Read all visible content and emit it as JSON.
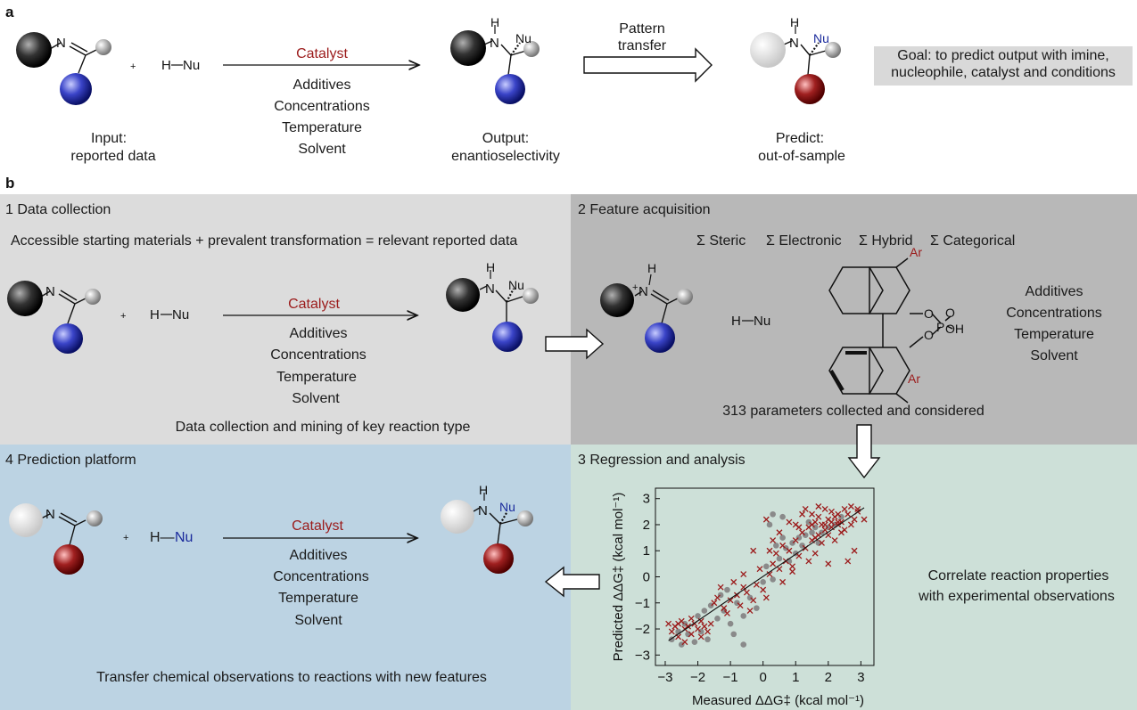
{
  "panel_a": {
    "label": "a",
    "nu": "H—Nu",
    "catalyst": "Catalyst",
    "conditions": [
      "Additives",
      "Concentrations",
      "Temperature",
      "Solvent"
    ],
    "input_caption": [
      "Input:",
      "reported data"
    ],
    "output_caption": [
      "Output:",
      "enantioselectivity"
    ],
    "pattern_transfer": [
      "Pattern",
      "transfer"
    ],
    "predict_caption": [
      "Predict:",
      "out-of-sample"
    ],
    "goal": [
      "Goal: to predict output with imine,",
      "nucleophile, catalyst and conditions"
    ]
  },
  "panel_b": {
    "label": "b",
    "step1": {
      "title": "1  Data collection",
      "equation": "Accessible starting materials + prevalent transformation = relevant reported data",
      "nu": "H—Nu",
      "catalyst": "Catalyst",
      "conditions": [
        "Additives",
        "Concentrations",
        "Temperature",
        "Solvent"
      ],
      "caption": "Data collection and mining of key reaction type"
    },
    "step2": {
      "title": "2  Feature acquisition",
      "features": [
        "Σ Steric",
        "Σ Electronic",
        "Σ Hybrid",
        "Σ Categorical"
      ],
      "nu": "H—Nu",
      "conditions": [
        "Additives",
        "Concentrations",
        "Temperature",
        "Solvent"
      ],
      "caption": "313 parameters collected and considered"
    },
    "step3": {
      "title": "3  Regression and analysis",
      "caption": [
        "Correlate reaction properties",
        "with experimental observations"
      ]
    },
    "step4": {
      "title": "4  Prediction platform",
      "nu_h": "H—",
      "nu": "Nu",
      "catalyst": "Catalyst",
      "conditions": [
        "Additives",
        "Concentrations",
        "Temperature",
        "Solvent"
      ],
      "caption": "Transfer chemical observations to reactions with new features"
    }
  },
  "colors": {
    "catalyst_red": "#9b1b1b",
    "nu_blue": "#1a2a9c",
    "panel1_bg": "#dcdcdc",
    "panel2_bg": "#b8b8b8",
    "panel3_bg": "#cde0d8",
    "panel4_bg": "#bcd3e3"
  },
  "chart_data": {
    "type": "scatter",
    "xlabel": "Measured ΔΔG‡ (kcal mol⁻¹)",
    "ylabel": "Predicted ΔΔG‡ (kcal mol⁻¹)",
    "xlim": [
      -3.3,
      3.4
    ],
    "ylim": [
      -3.4,
      3.4
    ],
    "xticks": [
      -3,
      -2,
      -1,
      0,
      1,
      2,
      3
    ],
    "yticks": [
      -3,
      -2,
      -1,
      0,
      1,
      2,
      3
    ],
    "fit_line": {
      "x": [
        -2.9,
        3.1
      ],
      "y": [
        -2.45,
        2.65
      ]
    },
    "series": [
      {
        "marker": "x",
        "color": "#9b1b1b",
        "points": [
          [
            -2.9,
            -1.8
          ],
          [
            -2.8,
            -2.1
          ],
          [
            -2.7,
            -1.9
          ],
          [
            -2.6,
            -2.3
          ],
          [
            -2.5,
            -1.7
          ],
          [
            -2.4,
            -2.0
          ],
          [
            -2.3,
            -1.9
          ],
          [
            -2.2,
            -2.2
          ],
          [
            -2.1,
            -1.8
          ],
          [
            -2.0,
            -2.0
          ],
          [
            -1.9,
            -1.7
          ],
          [
            -1.8,
            -1.9
          ],
          [
            -1.7,
            -2.1
          ],
          [
            -1.6,
            -1.8
          ],
          [
            -2.6,
            -1.8
          ],
          [
            -2.2,
            -1.6
          ],
          [
            -1.9,
            -2.3
          ],
          [
            -2.4,
            -2.5
          ],
          [
            -1.5,
            -1.0
          ],
          [
            -1.4,
            -0.8
          ],
          [
            -1.2,
            -1.2
          ],
          [
            -1.0,
            -0.9
          ],
          [
            -0.8,
            -0.7
          ],
          [
            -0.7,
            -1.1
          ],
          [
            -0.5,
            -0.6
          ],
          [
            -0.3,
            -0.9
          ],
          [
            -0.2,
            -0.3
          ],
          [
            0.0,
            -0.5
          ],
          [
            0.1,
            -0.8
          ],
          [
            0.2,
            0.1
          ],
          [
            -1.3,
            -0.4
          ],
          [
            -0.9,
            -0.2
          ],
          [
            -0.6,
            -0.4
          ],
          [
            -1.1,
            -1.4
          ],
          [
            -0.4,
            -1.3
          ],
          [
            0.3,
            0.5
          ],
          [
            0.4,
            0.9
          ],
          [
            0.5,
            0.3
          ],
          [
            0.6,
            1.2
          ],
          [
            0.7,
            0.6
          ],
          [
            0.8,
            1.0
          ],
          [
            0.9,
            0.4
          ],
          [
            1.0,
            1.4
          ],
          [
            1.1,
            0.8
          ],
          [
            1.2,
            1.7
          ],
          [
            1.3,
            1.1
          ],
          [
            1.4,
            1.9
          ],
          [
            1.5,
            1.4
          ],
          [
            1.6,
            2.1
          ],
          [
            1.7,
            1.6
          ],
          [
            1.8,
            2.0
          ],
          [
            1.9,
            1.8
          ],
          [
            2.0,
            2.2
          ],
          [
            2.1,
            1.9
          ],
          [
            2.2,
            2.3
          ],
          [
            2.3,
            2.0
          ],
          [
            2.4,
            2.1
          ],
          [
            2.5,
            1.8
          ],
          [
            2.6,
            2.4
          ],
          [
            2.7,
            2.0
          ],
          [
            2.8,
            2.2
          ],
          [
            2.9,
            2.5
          ],
          [
            3.1,
            2.2
          ],
          [
            1.5,
            2.0
          ],
          [
            1.7,
            2.3
          ],
          [
            1.9,
            2.0
          ],
          [
            2.1,
            2.5
          ],
          [
            2.3,
            2.1
          ],
          [
            2.5,
            2.6
          ],
          [
            1.6,
            1.5
          ],
          [
            1.8,
            1.3
          ],
          [
            2.0,
            1.6
          ],
          [
            2.2,
            1.4
          ],
          [
            2.4,
            1.7
          ],
          [
            1.0,
            2.0
          ],
          [
            0.8,
            2.1
          ],
          [
            1.2,
            2.4
          ],
          [
            0.5,
            1.7
          ],
          [
            0.3,
            1.4
          ],
          [
            1.4,
            0.6
          ],
          [
            1.6,
            0.9
          ],
          [
            2.0,
            0.5
          ],
          [
            2.6,
            0.6
          ],
          [
            2.8,
            1.0
          ],
          [
            0.2,
            1.0
          ],
          [
            -0.1,
            0.3
          ],
          [
            0.6,
            -0.2
          ],
          [
            0.9,
            0.2
          ],
          [
            1.3,
            2.6
          ],
          [
            2.7,
            2.7
          ],
          [
            2.9,
            2.6
          ],
          [
            0.1,
            2.2
          ],
          [
            -0.3,
            1.0
          ],
          [
            -0.6,
            0.1
          ],
          [
            1.7,
            2.7
          ],
          [
            1.9,
            2.6
          ],
          [
            2.1,
            2.1
          ],
          [
            2.3,
            2.4
          ],
          [
            1.5,
            2.4
          ],
          [
            1.1,
            1.9
          ]
        ]
      },
      {
        "marker": "o",
        "color": "#8a8a8a",
        "points": [
          [
            -2.8,
            -2.4
          ],
          [
            -2.6,
            -2.1
          ],
          [
            -2.5,
            -2.6
          ],
          [
            -2.3,
            -2.2
          ],
          [
            -2.1,
            -2.5
          ],
          [
            -1.9,
            -2.1
          ],
          [
            -1.7,
            -2.4
          ],
          [
            -1.6,
            -1.1
          ],
          [
            -1.4,
            -1.6
          ],
          [
            -1.2,
            -1.3
          ],
          [
            -1.0,
            -1.8
          ],
          [
            -0.8,
            -1.0
          ],
          [
            -0.6,
            -1.5
          ],
          [
            -0.6,
            -2.6
          ],
          [
            -0.9,
            -2.2
          ],
          [
            -0.4,
            -0.8
          ],
          [
            -0.2,
            -1.2
          ],
          [
            0.0,
            -0.2
          ],
          [
            0.1,
            0.4
          ],
          [
            0.3,
            -0.1
          ],
          [
            0.4,
            1.2
          ],
          [
            0.5,
            0.7
          ],
          [
            0.6,
            1.5
          ],
          [
            0.7,
            1.1
          ],
          [
            0.8,
            0.6
          ],
          [
            0.9,
            1.3
          ],
          [
            1.0,
            0.9
          ],
          [
            1.2,
            1.2
          ],
          [
            1.3,
            1.6
          ],
          [
            1.5,
            1.7
          ],
          [
            1.6,
            1.9
          ],
          [
            1.8,
            1.7
          ],
          [
            2.0,
            1.9
          ],
          [
            2.2,
            2.0
          ],
          [
            1.4,
            2.1
          ],
          [
            0.2,
            2.0
          ],
          [
            0.3,
            2.4
          ],
          [
            0.6,
            2.3
          ],
          [
            -1.3,
            -0.7
          ],
          [
            -1.1,
            -0.5
          ],
          [
            -2.0,
            -1.5
          ],
          [
            -2.4,
            -1.8
          ],
          [
            -1.8,
            -1.3
          ],
          [
            1.1,
            1.5
          ],
          [
            1.7,
            1.3
          ],
          [
            2.4,
            2.3
          ]
        ]
      }
    ]
  }
}
